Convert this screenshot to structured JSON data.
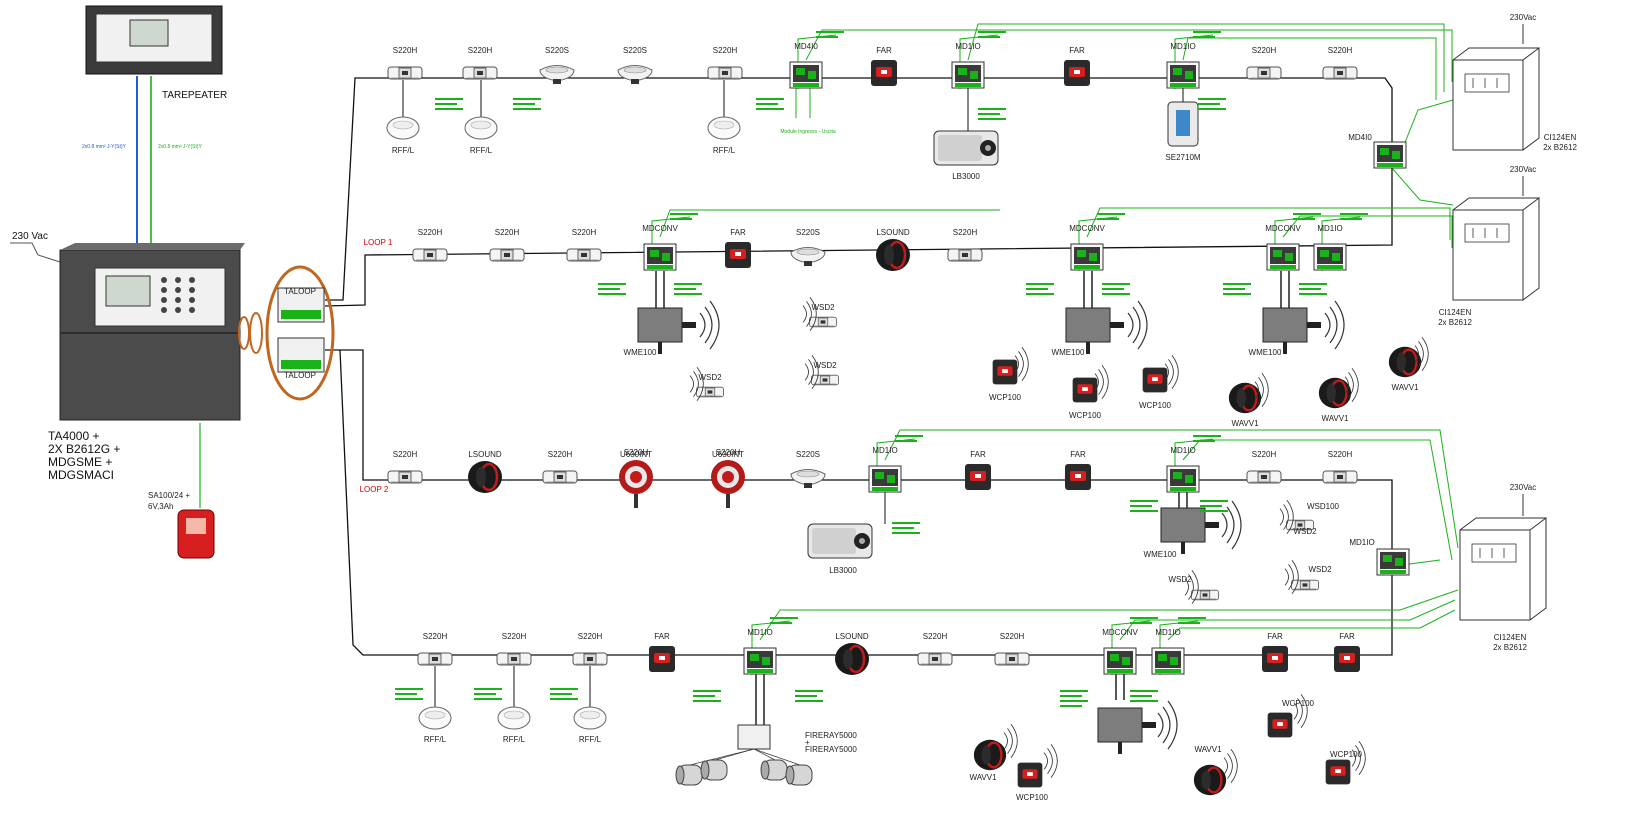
{
  "panel": {
    "repeater_label": "TAREPEATER",
    "supply": "230 Vac",
    "main_lines": [
      "TA4000 +",
      "2X B2612G +",
      "MDGSME +",
      "MDGSMACI"
    ],
    "card_top": "TALOOP",
    "card_bottom": "TALOOP",
    "sounder_lines": [
      "SA100/24 +",
      "6V,3Ah"
    ],
    "blue_cable_note": "2x0.8 mm² J-Y(St)Y",
    "green_cable_note": "2x0.8 mm² J-Y(St)Y"
  },
  "loops": {
    "loop1_label": "LOOP 1",
    "loop2_label": "LOOP 2"
  },
  "row_top": {
    "devices": [
      "S220H",
      "S220H",
      "S220S",
      "S220S",
      "S220H",
      "MD4I0",
      "FAR",
      "MD1IO",
      "FAR",
      "MD1IO",
      "S220H",
      "S220H"
    ],
    "bases": [
      "RFF/L",
      "RFF/L",
      "RFF/L"
    ],
    "extras": [
      "LB3000",
      "SE2710M"
    ],
    "mdio_note": "Module Ingresso - Uscita",
    "psu_supply": "230Vac",
    "psu_lines": [
      "CI124EN",
      "2x B2612"
    ],
    "md_right": "MD4I0"
  },
  "row_loop1": {
    "devices": [
      "S220H",
      "S220H",
      "S220H",
      "MDCONV",
      "FAR",
      "S220S",
      "LSOUND",
      "S220H",
      "MDCONV",
      "MDCONV",
      "MD1IO"
    ],
    "wireless": [
      "WSD2",
      "WSD2",
      "WSD2",
      "WCP100",
      "WCP100",
      "WCP100",
      "WAVV1",
      "WAVV1",
      "WAVV1"
    ],
    "wme": [
      "WME100",
      "WME100",
      "WME100"
    ],
    "psu_supply": "230Vac",
    "psu_lines": [
      "CI124EN",
      "2x B2612"
    ]
  },
  "row_loop2": {
    "devices": [
      "S220H",
      "LSOUND",
      "S220H",
      "U630INT",
      "U630INT",
      "S220S",
      "MD1IO",
      "FAR",
      "FAR",
      "MD1IO",
      "S220H",
      "S220H"
    ],
    "ugint_sub": [
      "S220H",
      "S220H"
    ],
    "extras": [
      "LB3000"
    ],
    "wme": [
      "WME100"
    ],
    "wireless": [
      "WSD100",
      "WSD2",
      "WSD2",
      "WSD2"
    ],
    "md_right": "MD1IO",
    "psu_supply": "230Vac",
    "psu_lines": [
      "CI124EN",
      "2x B2612"
    ]
  },
  "row_bottom": {
    "devices": [
      "S220H",
      "S220H",
      "S220H",
      "FAR",
      "MD1IO",
      "LSOUND",
      "S220H",
      "S220H",
      "MDCONV",
      "MD1IO",
      "FAR",
      "FAR"
    ],
    "bases": [
      "RFF/L",
      "RFF/L",
      "RFF/L"
    ],
    "beam_lines": [
      "FIRERAY5000",
      "+",
      "FIRERAY5000"
    ],
    "wireless": [
      "WAVV1",
      "WCP100",
      "WAVV1",
      "WCP100",
      "WCP100"
    ]
  },
  "colors": {
    "cable_black": "#111111",
    "cable_green": "#19b319",
    "cable_blue": "#1f5fd6",
    "loop_ring": "#c0661f",
    "red_device": "#d81f1f",
    "panel_gray": "#4b4b4b"
  }
}
